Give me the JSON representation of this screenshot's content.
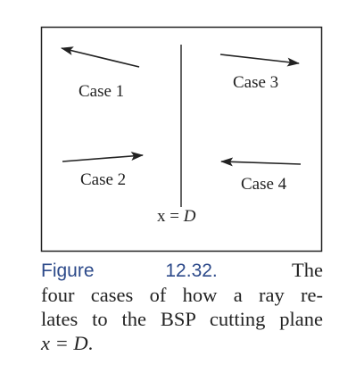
{
  "figure": {
    "plane_label_prefix": "x = ",
    "plane_label_var": "D",
    "cases": [
      {
        "label": "Case 1"
      },
      {
        "label": "Case 3"
      },
      {
        "label": "Case 2"
      },
      {
        "label": "Case 4"
      }
    ]
  },
  "caption": {
    "figure_label": "Figure 12.32.",
    "line1_end": "The",
    "line2": "four cases of how a ray re-",
    "line3": "lates to the BSP cutting plane",
    "line4_prefix": "x = ",
    "line4_var": "D",
    "line4_suffix": "."
  }
}
